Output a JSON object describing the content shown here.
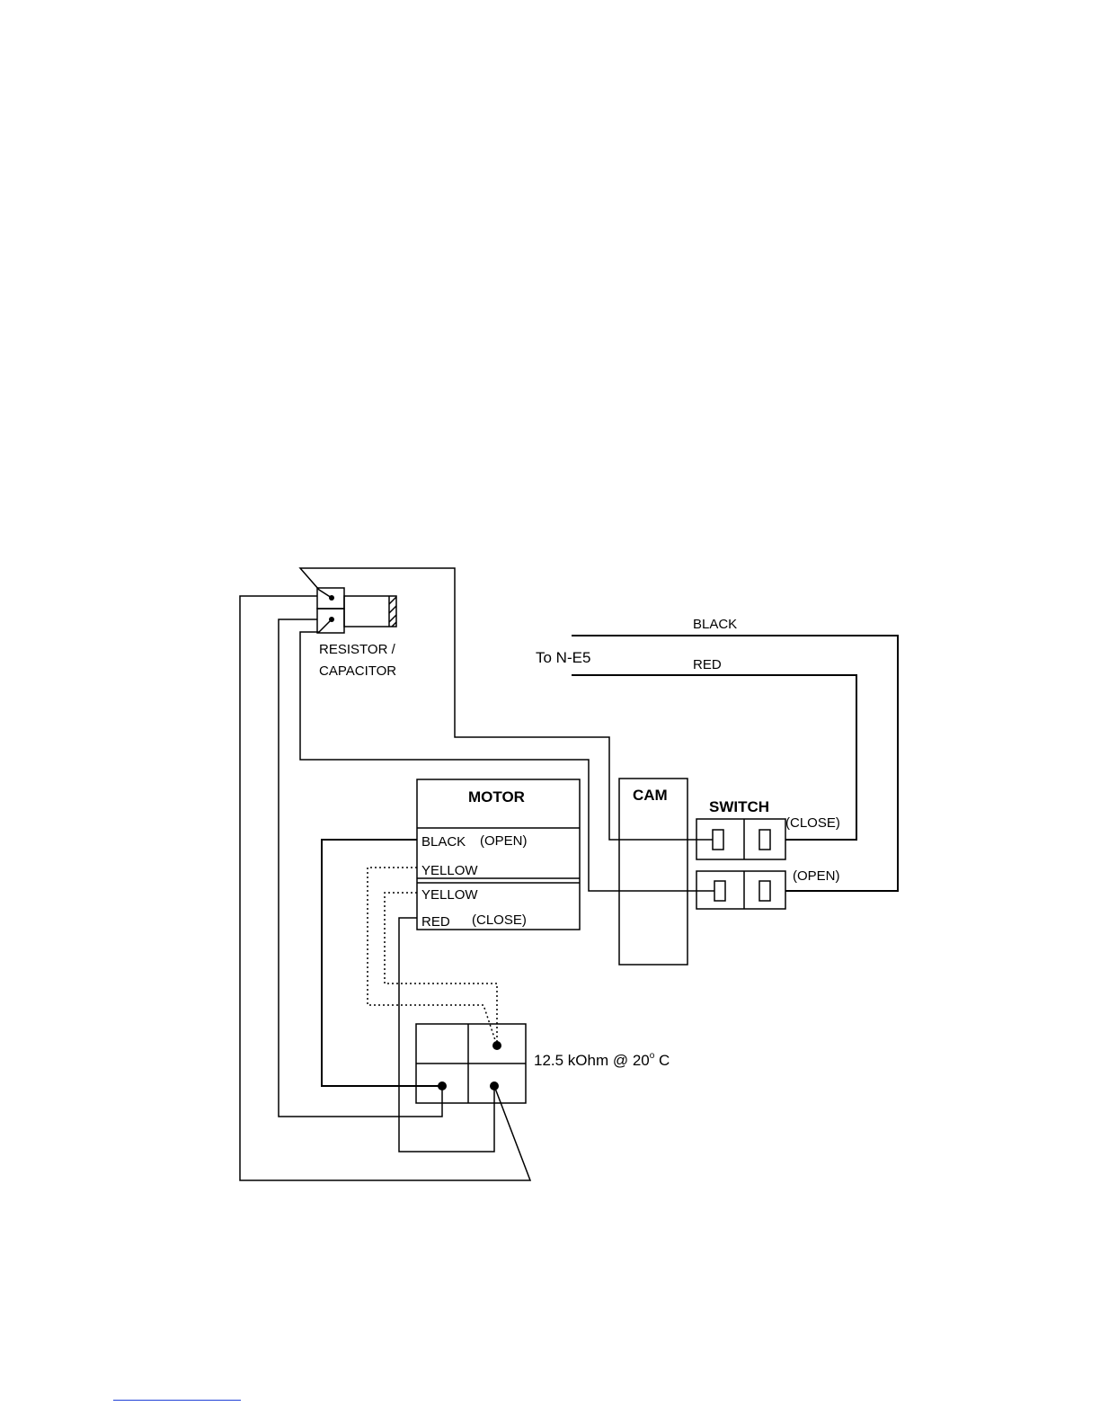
{
  "resistor": {
    "label_line1": "RESISTOR /",
    "label_line2": "CAPACITOR"
  },
  "motor": {
    "title": "MOTOR",
    "wire_black": "BLACK",
    "state_open": "(OPEN)",
    "wire_yellow_1": "YELLOW",
    "wire_yellow_2": "YELLOW",
    "wire_red": "RED",
    "state_close": "(CLOSE)"
  },
  "cam": {
    "title": "CAM"
  },
  "switch": {
    "title": "SWITCH",
    "close_label": "(CLOSE)",
    "open_label": "(OPEN)"
  },
  "external": {
    "to_label": "To N-E5",
    "black_label": "BLACK",
    "red_label": "RED"
  },
  "heater": {
    "spec_prefix": "12.5 kOhm @ 20",
    "spec_superscript": "o",
    "spec_suffix": " C"
  },
  "colors": {
    "line": "#000000",
    "footnote_rule": "#1e3fd6"
  }
}
